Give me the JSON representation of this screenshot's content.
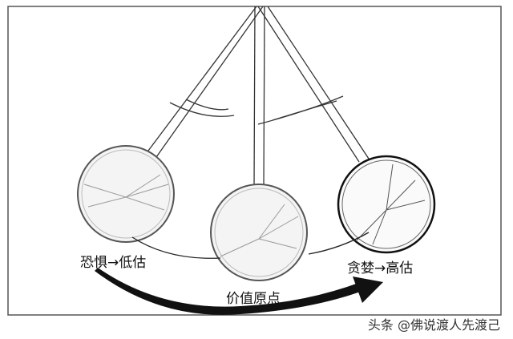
{
  "labels": {
    "left": "恐惧→低估",
    "center": "价值原点",
    "right": "贪婪→高估"
  },
  "watermark": "头条 @佛说渡人先渡己",
  "colors": {
    "line": "#222222",
    "bob_fill": "#f4f4f4",
    "arrow": "#111111"
  }
}
